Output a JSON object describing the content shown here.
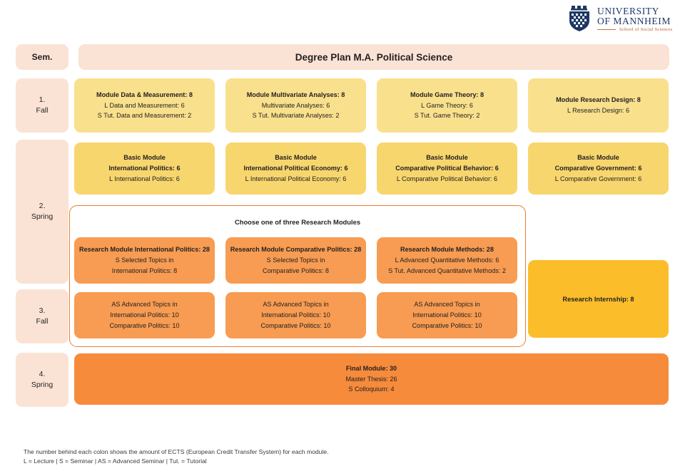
{
  "logo": {
    "crest_icon": "mannheim-crest-icon",
    "line1": "UNIVERSITY",
    "line2": "OF MANNHEIM",
    "subtitle": "School of Social Sciences"
  },
  "header": {
    "sem_label": "Sem.",
    "title": "Degree Plan M.A. Political Science"
  },
  "semesters": [
    {
      "number": "1.",
      "season": "Fall"
    },
    {
      "number": "2.",
      "season": "Spring"
    },
    {
      "number": "3.",
      "season": "Fall"
    },
    {
      "number": "4.",
      "season": "Spring"
    }
  ],
  "row_fall1": [
    {
      "title": "Module Data & Measurement: 8",
      "lines": [
        "L Data and Measurement: 6",
        "S Tut. Data and Measurement: 2"
      ]
    },
    {
      "title": "Module Multivariate Analyses: 8",
      "lines": [
        "Multivariate Analyses: 6",
        "S Tut. Multivariate Analyses: 2"
      ]
    },
    {
      "title": "Module Game Theory: 8",
      "lines": [
        "L Game Theory: 6",
        "S Tut. Game Theory: 2"
      ]
    },
    {
      "title": "Module Research Design: 8",
      "lines": [
        "L Research Design: 6"
      ]
    }
  ],
  "row_basic": [
    {
      "title1": "Basic Module",
      "title2": "International Politics: 6",
      "lines": [
        "L International Politics: 6"
      ]
    },
    {
      "title1": "Basic Module",
      "title2": "International Political Economy: 6",
      "lines": [
        "L International Political Economy: 6"
      ]
    },
    {
      "title1": "Basic Module",
      "title2": "Comparative Political Behavior: 6",
      "lines": [
        "L Comparative Political Behavior: 6"
      ]
    },
    {
      "title1": "Basic Module",
      "title2": "Comparative Government: 6",
      "lines": [
        "L Comparative Government: 6"
      ]
    }
  ],
  "research": {
    "choose_label": "Choose one of three Research Modules",
    "modules": [
      {
        "title": "Research Module International Politics: 28",
        "lines": [
          "S Selected Topics in",
          "International Politics: 8"
        ]
      },
      {
        "title": "Research Module Comparative Politics: 28",
        "lines": [
          "S Selected Topics in",
          "Comparative Politics: 8"
        ]
      },
      {
        "title": "Research Module Methods: 28",
        "lines": [
          "L Advanced Quantitative Methods: 6",
          "S Tut. Advanced Quantitative Methods: 2"
        ]
      }
    ],
    "advanced": [
      {
        "lines": [
          "AS Advanced Topics in",
          "International Politics: 10",
          "Comparative Politics: 10"
        ]
      },
      {
        "lines": [
          "AS Advanced Topics in",
          "International Politics: 10",
          "Comparative Politics: 10"
        ]
      },
      {
        "lines": [
          "AS Advanced Topics in",
          "International Politics: 10",
          "Comparative Politics: 10"
        ]
      }
    ]
  },
  "internship": {
    "label": "Research Internship: 8"
  },
  "final_module": {
    "title": "Final Module: 30",
    "lines": [
      "Master Thesis: 26",
      "S Colloquium: 4"
    ]
  },
  "footer": {
    "line1": "The number behind each colon shows the amount of ECTS (European Credit Transfer System) for each module.",
    "line2": "L = Lecture | S = Seminar | AS = Advanced Seminar | Tut. = Tutorial"
  },
  "colors": {
    "peach": "#FAE3D5",
    "light_yellow": "#F9E08C",
    "yellow": "#F7D66E",
    "amber": "#FBBE2A",
    "orange": "#F79C52",
    "deep_orange": "#F68B3C",
    "border_orange": "#ED7D31",
    "brand_navy": "#1F3864"
  }
}
